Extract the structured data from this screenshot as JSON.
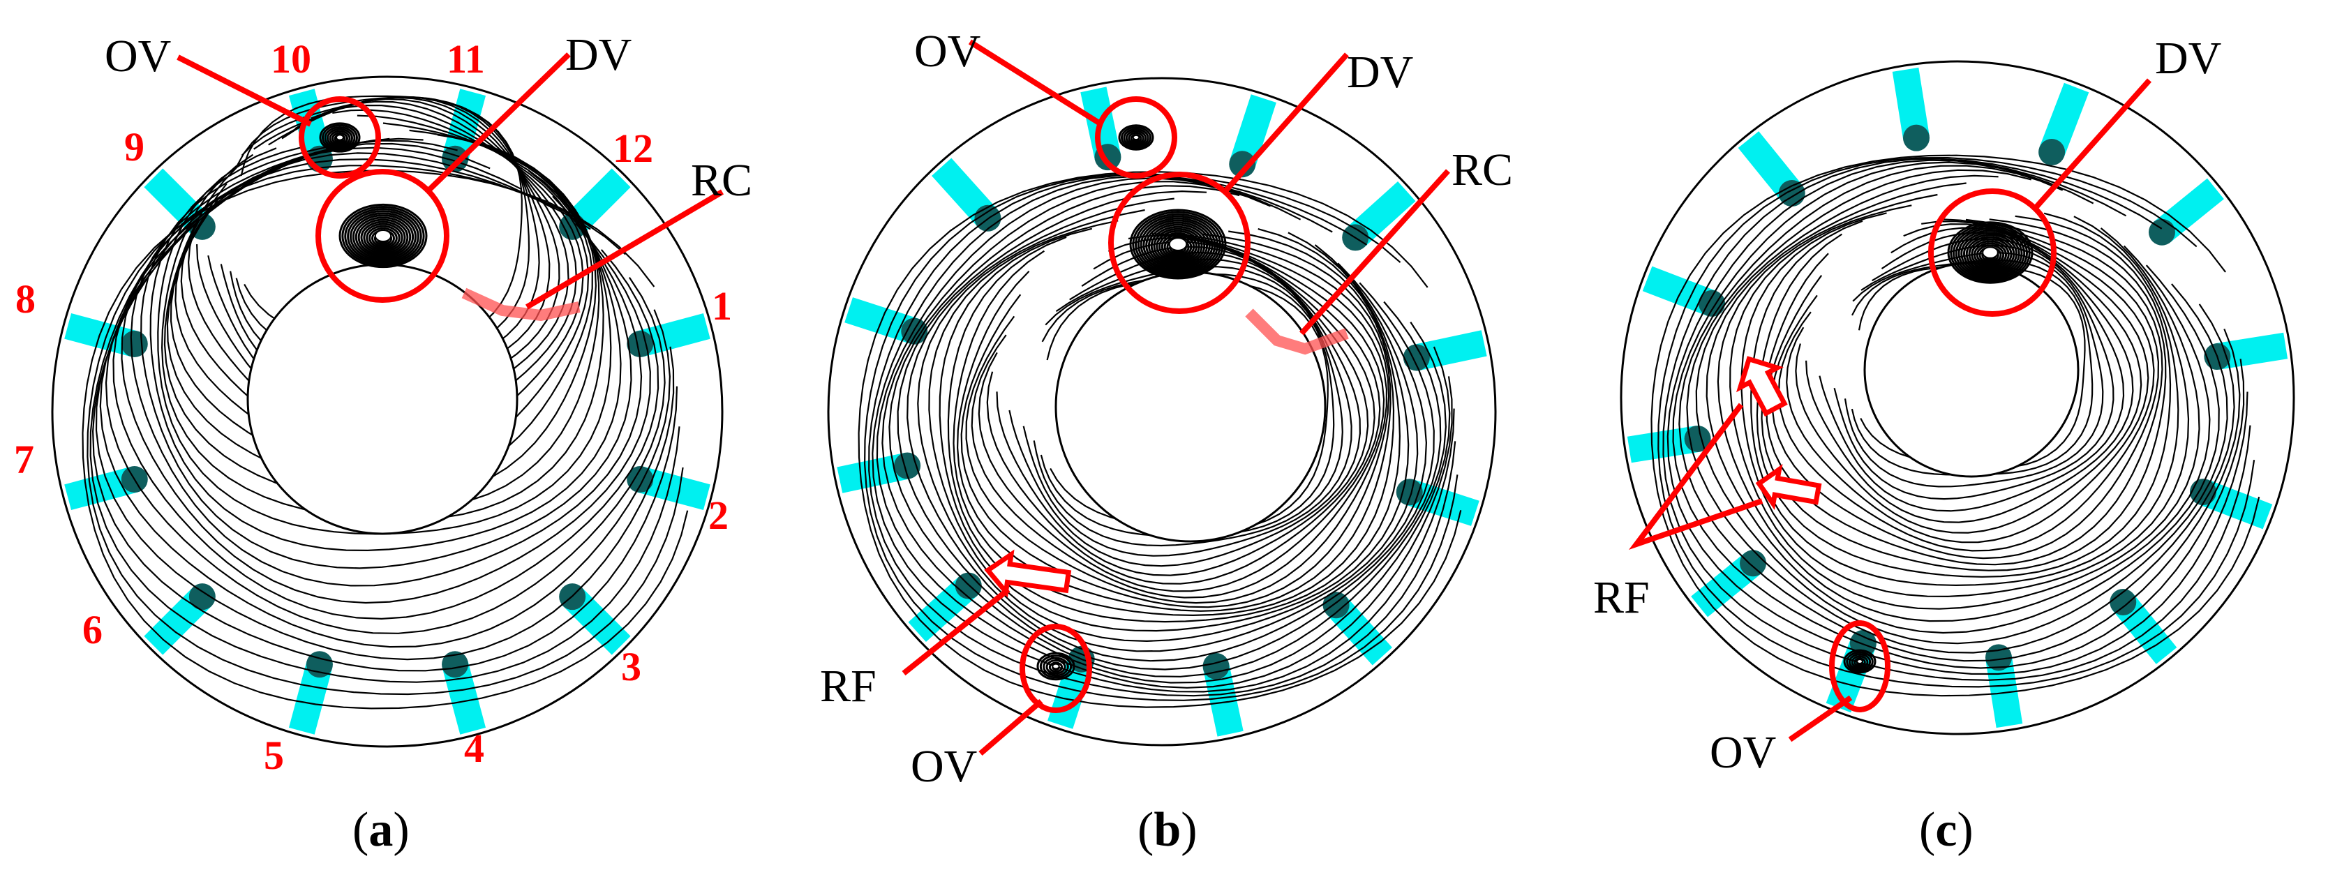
{
  "colors": {
    "annotation_red": "#ff0000",
    "blade_cyan": "#00f0f0",
    "blade_dark": "#0f5e5e",
    "streamline": "#000000",
    "background": "#ffffff"
  },
  "panels": [
    {
      "caption_open": "(",
      "caption_letter": "a",
      "caption_close": ")",
      "labels": {
        "ov_top": "OV",
        "dv": "DV",
        "rc": "RC"
      },
      "blade_numbers": [
        "1",
        "2",
        "3",
        "4",
        "5",
        "6",
        "7",
        "8",
        "9",
        "10",
        "11",
        "12"
      ]
    },
    {
      "caption_open": "(",
      "caption_letter": "b",
      "caption_close": ")",
      "labels": {
        "ov_top": "OV",
        "dv": "DV",
        "rc": "RC",
        "rf": "RF",
        "ov_bottom": "OV"
      }
    },
    {
      "caption_open": "(",
      "caption_letter": "c",
      "caption_close": ")",
      "labels": {
        "dv": "DV",
        "rf": "RF",
        "ov_bottom": "OV"
      }
    }
  ]
}
